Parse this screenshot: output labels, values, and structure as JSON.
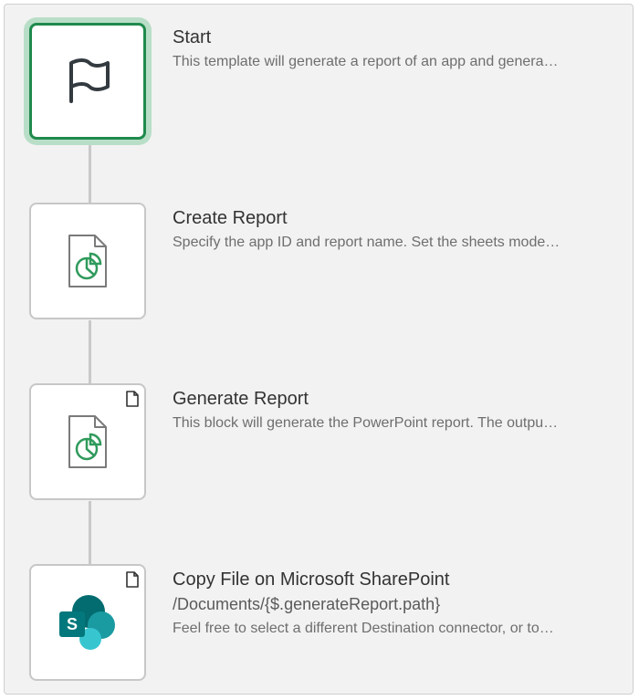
{
  "steps": [
    {
      "title": "Start",
      "description": "This template will generate a report of an app and genera…",
      "icon": "flag-icon",
      "selected": true
    },
    {
      "title": "Create Report",
      "description": "Specify the app ID and report name. Set the sheets mode…",
      "icon": "report-chart-icon"
    },
    {
      "title": "Generate Report",
      "description": "This block will generate the PowerPoint report. The outpu…",
      "icon": "report-chart-icon",
      "badge": "document-icon"
    },
    {
      "title": "Copy File on Microsoft SharePoint",
      "path": "/Documents/{$.generateReport.path}",
      "description": "Feel free to select a different Destination connector, or to…",
      "icon": "sharepoint-icon",
      "badge": "document-icon",
      "logo_letter": "S"
    }
  ],
  "colors": {
    "selected_border": "#1f8a4c",
    "selected_glow": "#b9dec8",
    "report_icon_green": "#2f9a5b",
    "sharepoint_dark": "#036c70",
    "sharepoint_mid": "#1a9ba1",
    "sharepoint_light": "#37c6d0"
  }
}
